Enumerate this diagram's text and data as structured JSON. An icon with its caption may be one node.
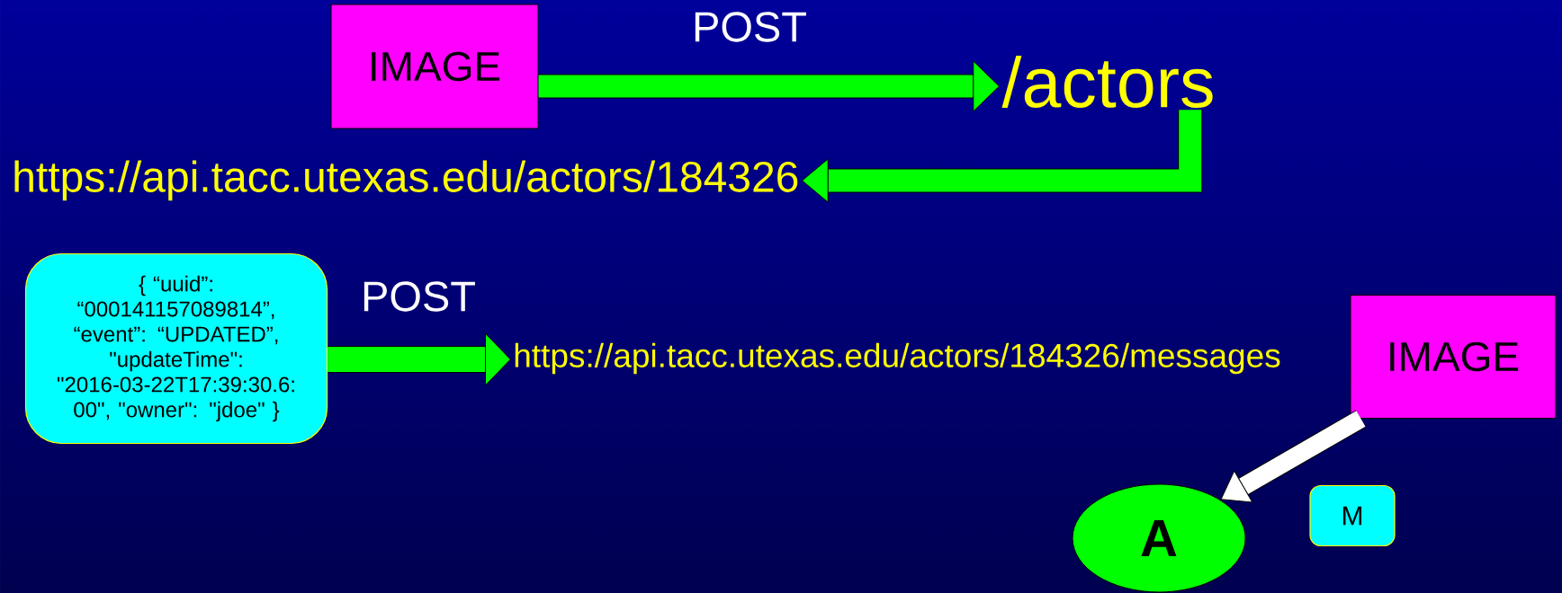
{
  "diagram": {
    "nodes": [
      {
        "text": [
          "IMAGE"
        ]
      },
      {
        "text": [
          "/actors"
        ]
      },
      {
        "text": [
          "https://api.tacc.utexas.edu/actors/184326"
        ]
      },
      {
        "text": [
          "{ “uuid”: “000141157089814”, “event”: “UPDATED”, \"updateTime\": \"2016-03-22T17:39:30.6: 00\", \"owner\": \"jdoe\" }"
        ]
      },
      {
        "text": [
          "https://api.tacc.utexas.edu/actors/184326/messages"
        ]
      },
      {
        "text": [
          "IMAGE"
        ]
      },
      {
        "text": [
          "A"
        ]
      },
      {
        "text": [
          "M"
        ]
      }
    ],
    "edges": [
      {
        "from": 0,
        "to": 1,
        "arrow": "to",
        "label": "POST"
      },
      {
        "from": 1,
        "to": 2,
        "arrow": "to"
      },
      {
        "from": 3,
        "to": 4,
        "arrow": "to",
        "label": "POST"
      },
      {
        "from": 5,
        "to": 6,
        "arrow": "to",
        "color": "#ffffff"
      }
    ]
  }
}
